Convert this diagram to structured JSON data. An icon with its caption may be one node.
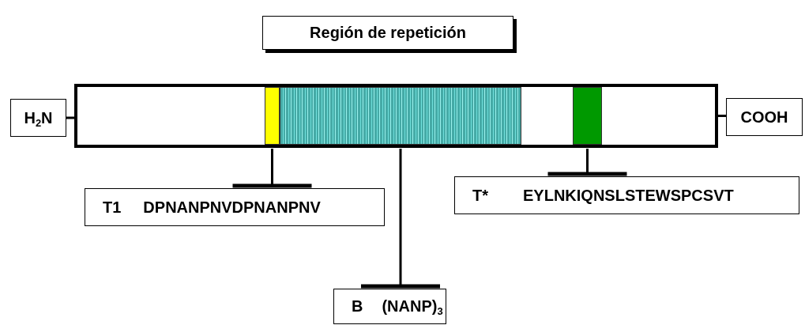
{
  "diagram": {
    "nodes": [
      {
        "text": [
          "Región de repetición"
        ]
      },
      {
        "text": [
          "H$_{2}$N"
        ]
      },
      {
        "text": [],
        "shape": "bar"
      },
      {
        "text": [],
        "shape": "bar",
        "in": 2
      },
      {
        "text": [],
        "shape": "bar",
        "in": 2
      },
      {
        "text": [],
        "shape": "bar",
        "in": 2
      },
      {
        "text": [
          "COOH"
        ]
      },
      {
        "text": [
          "T1",
          "DPNANPNVDPNANPNV"
        ]
      },
      {
        "text": [
          "B",
          "(NANP)$_{3}$"
        ]
      },
      {
        "text": [
          "T*",
          "EYLNKIQNSLSTEWSPCSVT"
        ]
      }
    ],
    "edges": [
      {
        "from": 1,
        "to": 2,
        "arrow": "none"
      },
      {
        "from": 2,
        "to": 6,
        "arrow": "none"
      },
      {
        "from": 3,
        "to": 7,
        "arrow": "other"
      },
      {
        "from": 4,
        "to": 8,
        "arrow": "other"
      },
      {
        "from": 5,
        "to": 9,
        "arrow": "other"
      }
    ]
  }
}
